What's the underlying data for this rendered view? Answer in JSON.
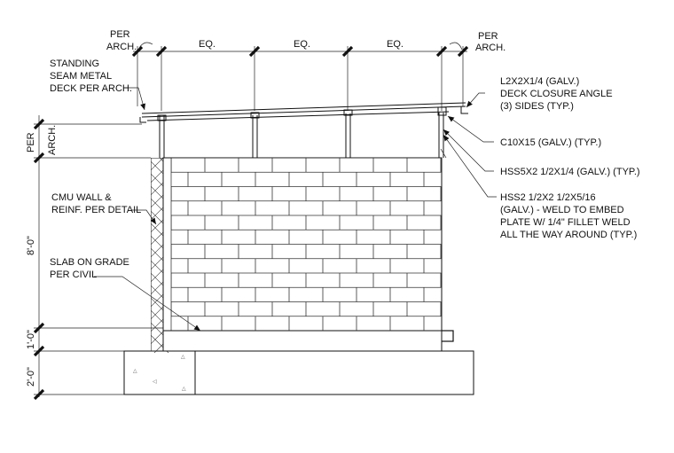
{
  "dims_top": {
    "left": [
      "PER",
      "ARCH."
    ],
    "eq1": "EQ.",
    "eq2": "EQ.",
    "eq3": "EQ.",
    "right": [
      "PER",
      "ARCH."
    ]
  },
  "dims_left": {
    "top": [
      "PER",
      "ARCH."
    ],
    "wall": "8'-0\"",
    "slab": "1'-0\"",
    "footing": "2'-0\""
  },
  "notes": {
    "deck": [
      "STANDING",
      "SEAM METAL",
      "DECK PER ARCH."
    ],
    "cmu": [
      "CMU WALL &",
      "REINF. PER DETAIL"
    ],
    "slab": [
      "SLAB ON GRADE",
      "PER CIVIL"
    ],
    "angle": [
      "L2X2X1/4 (GALV.)",
      "DECK CLOSURE ANGLE",
      "(3) SIDES (TYP.)"
    ],
    "channel": "C10X15 (GALV.) (TYP.)",
    "hss_post": "HSS5X2 1/2X1/4 (GALV.) (TYP.)",
    "hss_base": [
      "HSS2 1/2X2 1/2X5/16",
      "(GALV.) - WELD TO EMBED",
      "PLATE W/ 1/4\" FILLET WELD",
      "ALL THE WAY AROUND (TYP.)"
    ]
  }
}
